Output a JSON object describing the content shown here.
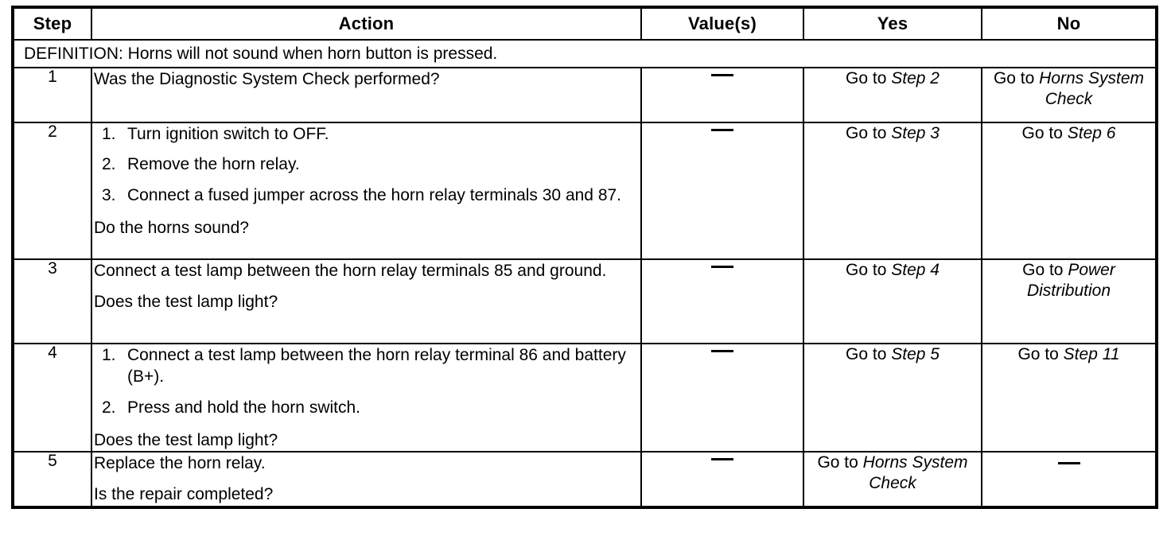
{
  "table": {
    "headers": {
      "step": "Step",
      "action": "Action",
      "values": "Value(s)",
      "yes": "Yes",
      "no": "No"
    },
    "definition": "DEFINITION: Horns will not sound when horn button is pressed.",
    "dash": "—",
    "rows": [
      {
        "step": "1",
        "action_lines": [
          "Was the Diagnostic System Check performed?"
        ],
        "value": "—",
        "yes_prefix": "Go to ",
        "yes_emphasis": "Step 2",
        "no_prefix": "Go to ",
        "no_emphasis": "Horns System Check"
      },
      {
        "step": "2",
        "list": [
          {
            "num": "1.",
            "text": "Turn ignition switch to OFF."
          },
          {
            "num": "2.",
            "text": "Remove the horn relay."
          },
          {
            "num": "3.",
            "text": "Connect a fused jumper across the horn relay terminals 30 and 87."
          }
        ],
        "question": "Do the horns sound?",
        "value": "—",
        "yes_prefix": "Go to ",
        "yes_emphasis": "Step 3",
        "no_prefix": "Go to ",
        "no_emphasis": "Step 6"
      },
      {
        "step": "3",
        "statement": "Connect a test lamp between the horn relay terminals 85 and ground.",
        "question": "Does the test lamp light?",
        "value": "—",
        "yes_prefix": "Go to ",
        "yes_emphasis": "Step 4",
        "no_prefix": "Go to ",
        "no_emphasis": "Power Distribution"
      },
      {
        "step": "4",
        "list": [
          {
            "num": "1.",
            "text": "Connect a test lamp between the horn relay terminal 86 and battery (B+)."
          },
          {
            "num": "2.",
            "text": "Press and hold the horn switch."
          }
        ],
        "question": "Does the test lamp light?",
        "value": "—",
        "yes_prefix": "Go to ",
        "yes_emphasis": "Step 5",
        "no_prefix": "Go to ",
        "no_emphasis": "Step 11"
      },
      {
        "step": "5",
        "statement": "Replace the horn relay.",
        "question": "Is the repair completed?",
        "value": "—",
        "yes_prefix": "Go to ",
        "yes_emphasis": "Horns System Check",
        "no_value": "—"
      }
    ]
  }
}
